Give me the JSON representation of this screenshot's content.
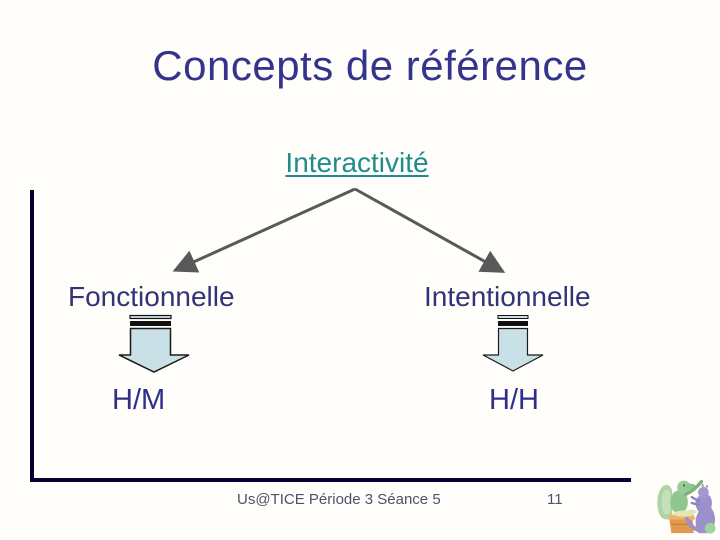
{
  "slide": {
    "title": "Concepts de référence",
    "diagram": {
      "root": "Interactivité",
      "left_branch": {
        "label": "Fonctionnelle",
        "result": "H/M"
      },
      "right_branch": {
        "label": "Intentionnelle",
        "result": "H/H"
      }
    },
    "footer": {
      "text": "Us@TICE Période 3 Séance 5",
      "page_number": "11"
    },
    "colors": {
      "title_text": "#34348c",
      "root_text": "#218c8c",
      "branch_text": "#333377",
      "result_text": "#2e2e8c",
      "connector": "#595959",
      "arrow_fill": "#c8e0e6",
      "arrow_stripe": "#111111",
      "border": "#020233",
      "footer_text": "#50506a"
    }
  }
}
